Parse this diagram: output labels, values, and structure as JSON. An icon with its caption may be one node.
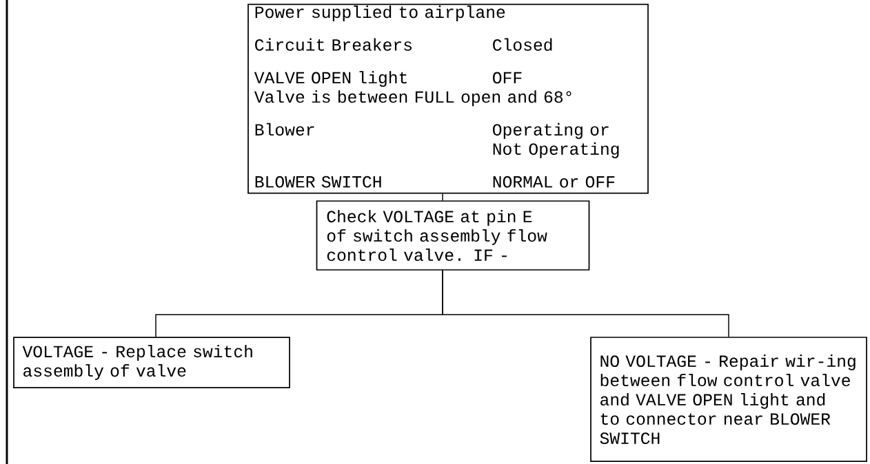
{
  "diagram": {
    "nodes": [
      {
        "text": [
          "Power supplied to airplane",
          "Circuit Breakers",
          "Closed",
          "VALVE OPEN light",
          "OFF",
          "Valve is between FULL open and 68°",
          "Blower",
          "Operating or Not Operating",
          "BLOWER SWITCH",
          "NORMAL or OFF"
        ]
      },
      {
        "text": [
          "Check VOLTAGE at pin E of switch assembly flow control valve. IF -"
        ]
      },
      {
        "text": [
          "VOLTAGE - Replace switch assembly of valve"
        ]
      },
      {
        "text": [
          "NO VOLTAGE - Repair wir-ing between flow control valve and VALVE OPEN light and to connector near BLOWER SWITCH"
        ]
      }
    ],
    "edges": [
      {
        "from": 0,
        "to": 1,
        "arrow": "none"
      },
      {
        "from": 1,
        "to": 2,
        "arrow": "none"
      },
      {
        "from": 1,
        "to": 3,
        "arrow": "none"
      }
    ]
  }
}
